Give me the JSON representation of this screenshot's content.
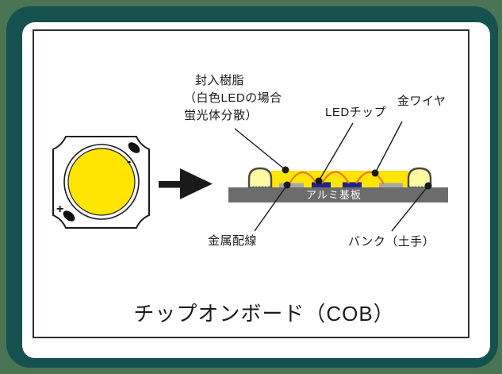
{
  "title": "チップオンボード（COB）",
  "package": {
    "plus": "+",
    "minus": "-"
  },
  "labels": {
    "resin_line1": "封入樹脂",
    "resin_line2": "（白色LEDの場合",
    "resin_line3": "蛍光体分散）",
    "led_chip": "LEDチップ",
    "gold_wire": "金ワイヤ",
    "substrate": "アルミ基板",
    "metal_wiring": "金属配線",
    "bank": "バンク（土手）"
  },
  "colors": {
    "outer_background": "#4b7454",
    "frame_teal": "#15514f",
    "panel_white": "#ffffff",
    "box_border": "#332f2f",
    "resin_yellow": "#ffe500",
    "bank_pale_yellow": "#fcf9a0",
    "bank_outline": "#4a4a4a",
    "substrate_gray": "#6c6c6c",
    "wiring_pad_gray": "#a8a8a8",
    "chip_navy": "#22228c",
    "wire_orange": "#ef7d1e",
    "line_black": "#1a1a1a"
  },
  "icons": {
    "arrow_right": "solid right-pointing arrow"
  }
}
